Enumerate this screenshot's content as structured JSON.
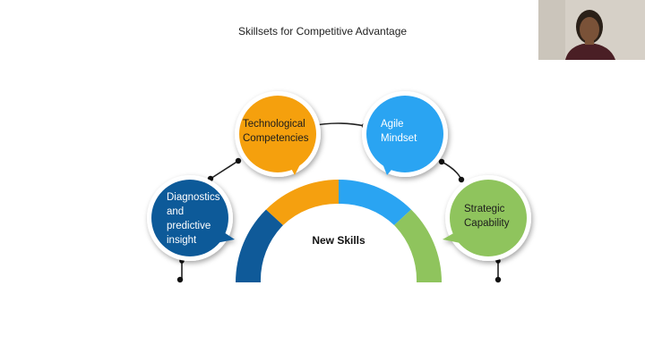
{
  "slide": {
    "title": "Skillsets for Competitive Advantage",
    "center_label": "New Skills",
    "bubbles": [
      {
        "label": "Diagnostics and predictive insight",
        "lines": [
          "Diagnostics",
          "and",
          "predictive",
          "insight"
        ],
        "color": "#0f5a99"
      },
      {
        "label": "Technological Competencies",
        "lines": [
          "Technological",
          "Competencies"
        ],
        "color": "#f5a00f"
      },
      {
        "label": "Agile Mindset",
        "lines": [
          "Agile",
          "Mindset"
        ],
        "color": "#2aa4f2"
      },
      {
        "label": "Strategic Capability",
        "lines": [
          "Strategic",
          "Capability"
        ],
        "color": "#8fc45d"
      }
    ]
  },
  "presenter": {
    "video": "presenter-webcam"
  }
}
